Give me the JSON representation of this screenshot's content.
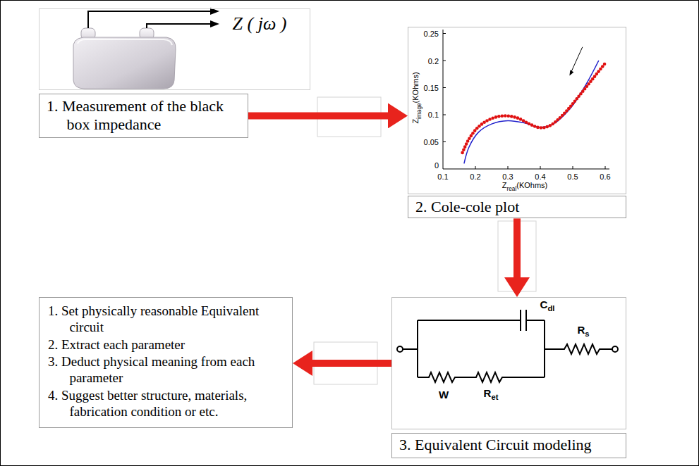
{
  "diagram": {
    "nodes": [
      {
        "text": [
          "Z ( jω )"
        ]
      },
      {
        "text": [
          "1. Measurement of the black box impedance"
        ]
      },
      {
        "text": [
          "Zimage(KOhms)",
          "Zreal(KOhms)"
        ]
      },
      {
        "text": [
          "2. Cole-cole plot"
        ]
      },
      {
        "text": [
          "1. Set physically reasonable Equivalent circuit",
          "2. Extract each parameter",
          "3. Deduct physical meaning from each parameter",
          "4. Suggest better structure, materials, fabrication condition or etc."
        ]
      },
      {
        "text": [
          "Cdl",
          "Rs",
          "W",
          "Ret"
        ]
      },
      {
        "text": [
          "3. Equivalent Circuit modeling"
        ]
      }
    ],
    "edges": [
      {
        "from": 1,
        "to": 2,
        "arrow": "to"
      },
      {
        "from": 3,
        "to": 5,
        "arrow": "to"
      },
      {
        "from": 5,
        "to": 4,
        "arrow": "to"
      }
    ],
    "labels": [
      "0.25",
      "0.2",
      "0.15",
      "0.1",
      "0.05",
      "0",
      "0.1",
      "0.2",
      "0.3",
      "0.4",
      "0.5",
      "0.6"
    ]
  }
}
